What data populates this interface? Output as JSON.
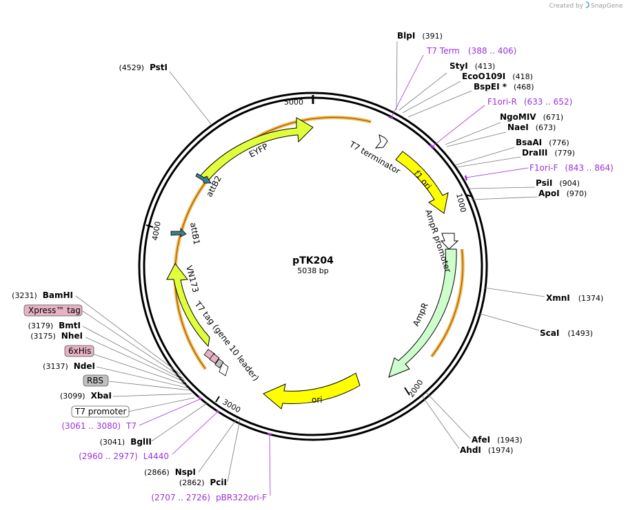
{
  "credit": {
    "prefix": "Created by",
    "brand": "SnapGene"
  },
  "plasmid": {
    "name": "pTK204",
    "size_label": "5038 bp"
  },
  "ticks": [
    "1000",
    "2000",
    "3000",
    "4000",
    "5000"
  ],
  "enzymes_right": [
    {
      "name": "BlpI",
      "pos": "(391)"
    },
    {
      "name": "StyI",
      "pos": "(413)"
    },
    {
      "name": "EcoO109I",
      "pos": "(418)"
    },
    {
      "name": "BspEI *",
      "pos": "(468)"
    },
    {
      "name": "NgoMIV",
      "pos": "(671)"
    },
    {
      "name": "NaeI",
      "pos": "(673)"
    },
    {
      "name": "BsaAI",
      "pos": "(776)"
    },
    {
      "name": "DraIII",
      "pos": "(779)"
    },
    {
      "name": "PsiI",
      "pos": "(904)"
    },
    {
      "name": "ApoI",
      "pos": "(970)"
    },
    {
      "name": "XmnI",
      "pos": "(1374)"
    },
    {
      "name": "ScaI",
      "pos": "(1493)"
    },
    {
      "name": "AfeI",
      "pos": "(1943)"
    },
    {
      "name": "AhdI",
      "pos": "(1974)"
    }
  ],
  "primers_right": [
    {
      "name": "T7 Term",
      "range": "(388 .. 406)"
    },
    {
      "name": "F1ori-R",
      "range": "(633 .. 652)"
    },
    {
      "name": "F1ori-F",
      "range": "(843 .. 864)"
    }
  ],
  "enzymes_left": [
    {
      "name": "PstI",
      "pos": "(4529)"
    },
    {
      "name": "BamHI",
      "pos": "(3231)"
    },
    {
      "name": "BmtI",
      "pos": "(3179)"
    },
    {
      "name": "NheI",
      "pos": "(3175)"
    },
    {
      "name": "NdeI",
      "pos": "(3137)"
    },
    {
      "name": "XbaI",
      "pos": "(3099)"
    },
    {
      "name": "BglII",
      "pos": "(3041)"
    },
    {
      "name": "NspI",
      "pos": "(2866)"
    },
    {
      "name": "PciI",
      "pos": "(2862)"
    }
  ],
  "primers_left": [
    {
      "name": "T7",
      "range": "(3061 .. 3080)"
    },
    {
      "name": "L4440",
      "range": "(2960 .. 2977)"
    },
    {
      "name": "pBR322ori-F",
      "range": "(2707 .. 2726)"
    }
  ],
  "boxed_features": [
    {
      "name": "Xpress™ tag"
    },
    {
      "name": "6xHis"
    },
    {
      "name": "RBS"
    },
    {
      "name": "T7 promoter"
    }
  ],
  "features": [
    {
      "name": "EYFP"
    },
    {
      "name": "T7 terminator"
    },
    {
      "name": "f1 ori"
    },
    {
      "name": "AmpR promoter"
    },
    {
      "name": "AmpR"
    },
    {
      "name": "ori"
    },
    {
      "name": "VN173"
    },
    {
      "name": "T7 tag (gene 10 leader)"
    },
    {
      "name": "attB2"
    },
    {
      "name": "attB1"
    }
  ],
  "colors": {
    "yellow_feature": "#ffff00",
    "green_feature": "#e1ff3a",
    "ampr": "#ccffcc",
    "orf_orange": "#f5a623",
    "primer_purple": "#9b30d9",
    "att_teal": "#3a7f8a",
    "tag_pink": "#e6b3c3",
    "rbs_gray": "#c0c0c0"
  }
}
